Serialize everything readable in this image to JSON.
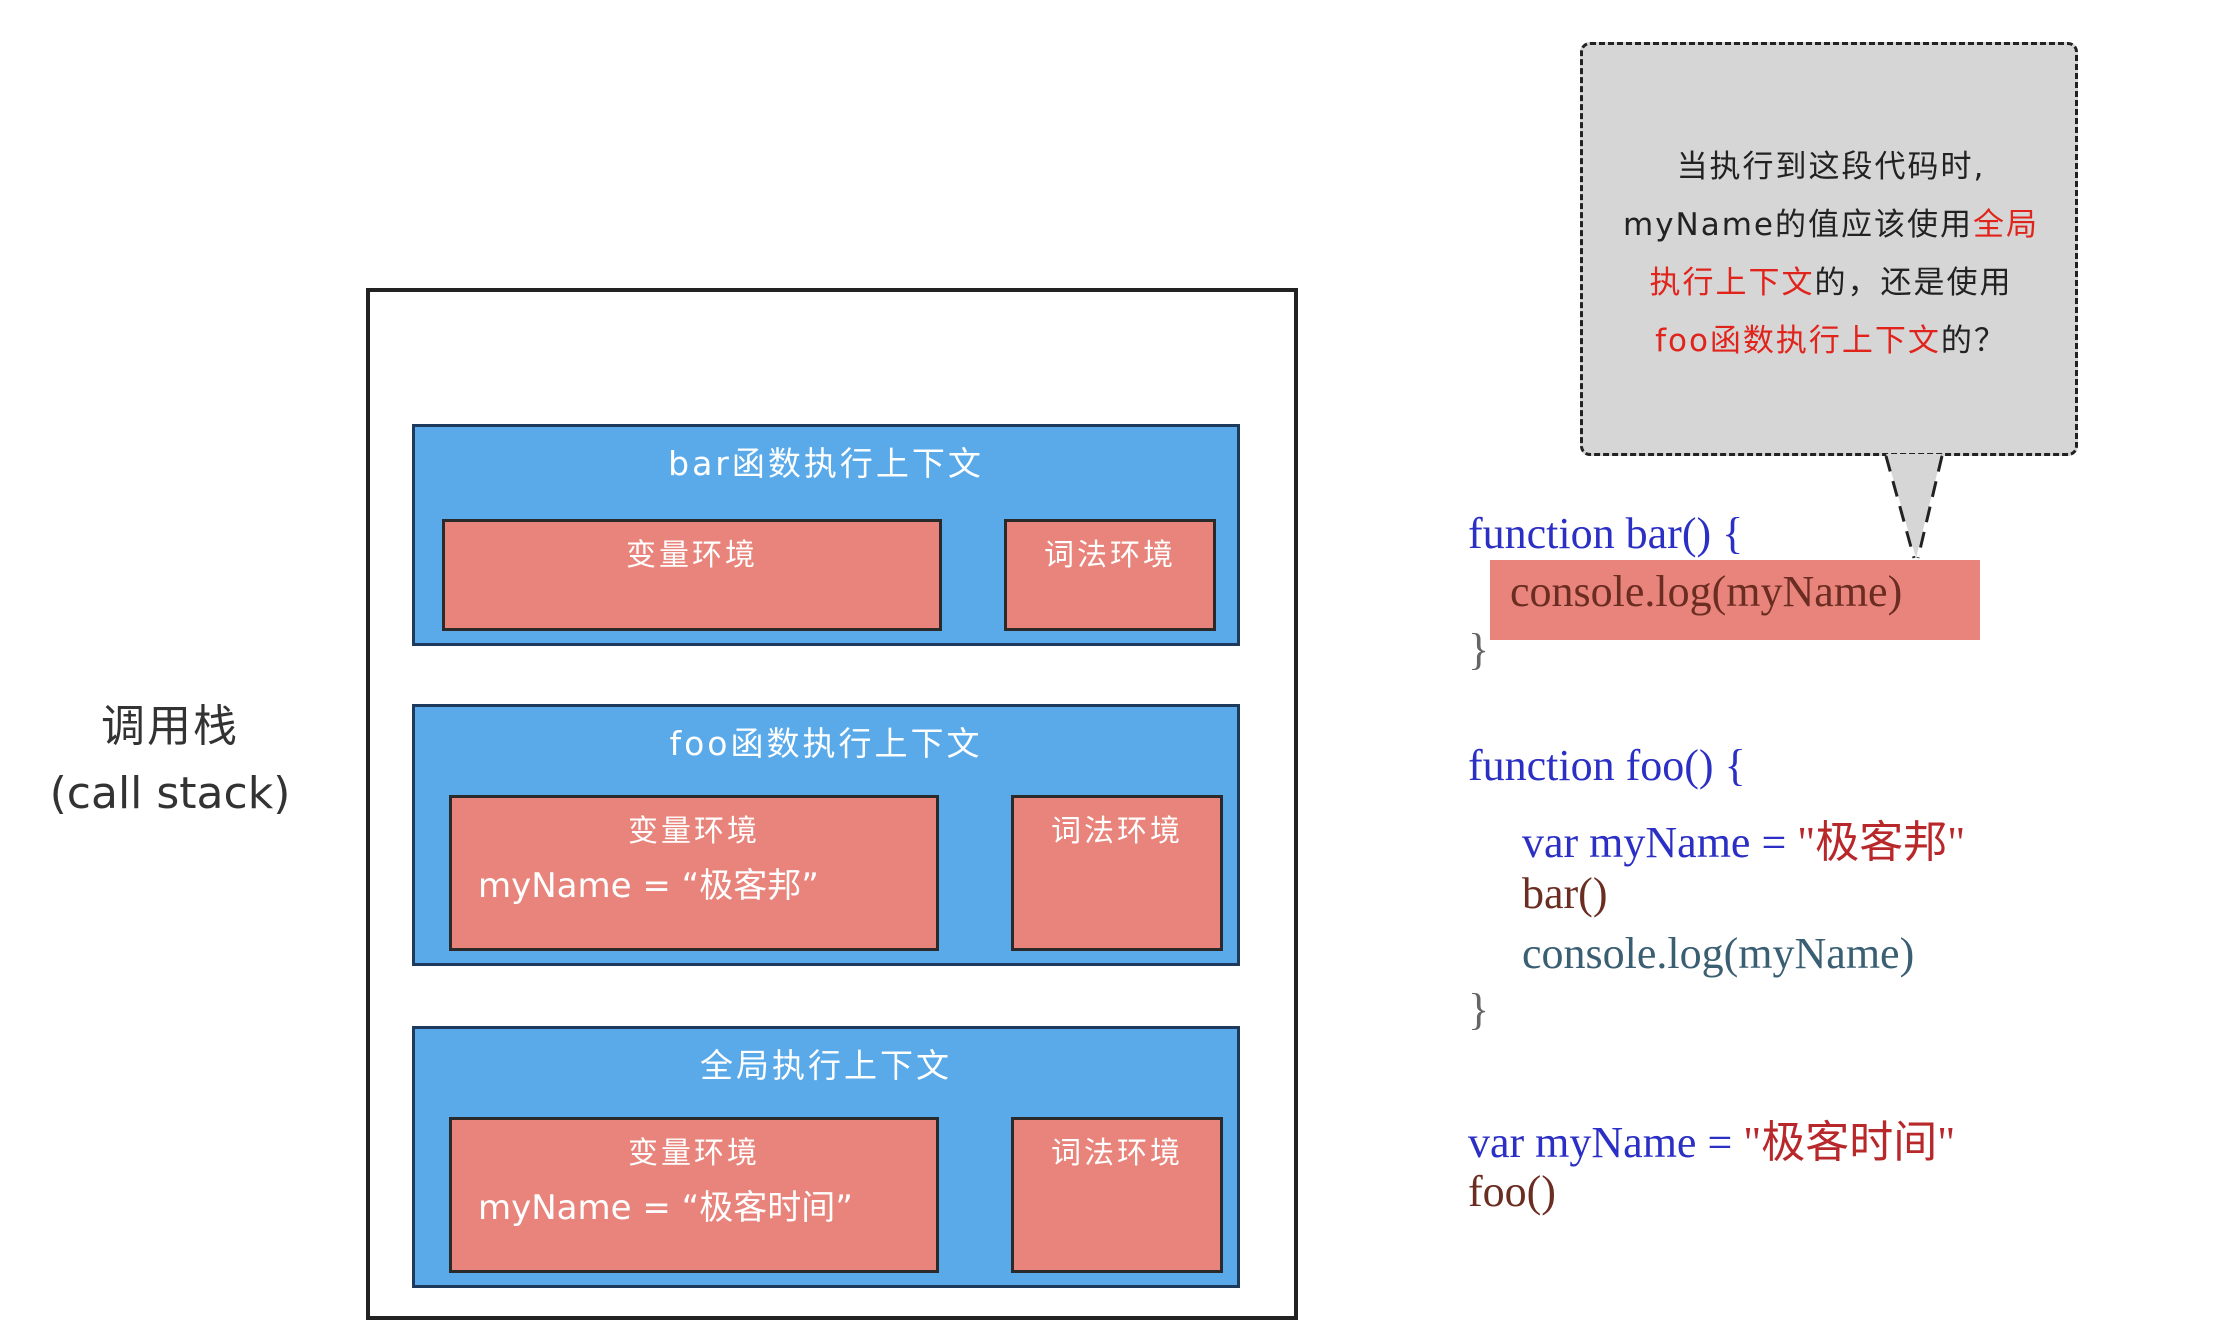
{
  "stack_label": {
    "line1": "调用栈",
    "line2": "(call stack)"
  },
  "contexts": [
    {
      "title": "bar函数执行上下文",
      "variable_env": {
        "title": "变量环境",
        "content": ""
      },
      "lexical_env": {
        "title": "词法环境"
      }
    },
    {
      "title": "foo函数执行上下文",
      "variable_env": {
        "title": "变量环境",
        "content": "myName = “极客邦”"
      },
      "lexical_env": {
        "title": "词法环境"
      }
    },
    {
      "title": "全局执行上下文",
      "variable_env": {
        "title": "变量环境",
        "content": "myName = “极客时间”"
      },
      "lexical_env": {
        "title": "词法环境"
      }
    }
  ],
  "code": {
    "bar_decl": "function bar() {",
    "bar_body": "console.log(myName)",
    "bar_close": "}",
    "foo_decl": "function foo() {",
    "foo_var_kw": "var myName = ",
    "foo_var_val": "\"极客邦\"",
    "foo_call_bar": "bar()",
    "foo_log": "console.log(myName)",
    "foo_close": "}",
    "global_var_kw": "var myName = ",
    "global_var_val": "\"极客时间\"",
    "global_call": "foo()"
  },
  "callout": {
    "line1": "当执行到这段代码时,",
    "line2_a": "myName的值应该使用",
    "line2_b": "全局",
    "line3_a": "执行上下文",
    "line3_b": "的，还是使用",
    "line4_a": "foo函数执行上下文",
    "line4_b": "的？"
  },
  "colors": {
    "context_fill": "#5aaaea",
    "env_fill": "#e8847b",
    "keyword": "#2b2fc4",
    "string": "#b8282a",
    "callout_fill": "#d6d6d6",
    "callout_highlight": "#e0241c"
  }
}
